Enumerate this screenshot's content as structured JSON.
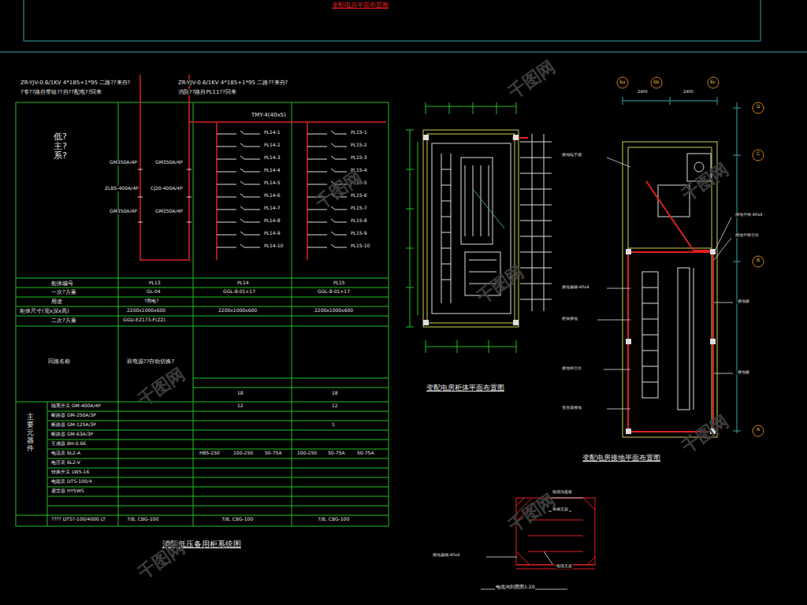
{
  "diagram": {
    "title": "变配电房平面布置图",
    "labels": [
      "ZR-YJV-0.6/1KV 4*185+1*95 二路??来自?",
      "?专??路自带链??自??配电??回来",
      "ZR-YJV-0.6/1KV 4*185+1*95 二路??来自?",
      "消防??路自PL11??回来",
      "TMY-4(40x5)",
      "低?主?系?",
      "GM350A/4P",
      "GM350A/4P",
      "ZLB5-400A/4P",
      "CJ20-400A/4P",
      "GM350A/4P",
      "GM350A/4P",
      "PL14-1",
      "PL14-2",
      "PL14-3",
      "PL14-4",
      "PL14-5",
      "PL14-6",
      "PL14-7",
      "PL14-8",
      "PL14-9",
      "PL14-10",
      "PL15-1",
      "PL15-2",
      "PL15-3",
      "PL15-4",
      "PL15-5",
      "PL15-6",
      "PL15-7",
      "PL15-8",
      "PL15-9",
      "PL15-10",
      "柜体编号",
      "一次?方案",
      "用途",
      "柜体尺寸(宽x深x高)",
      "二次?方案",
      "PL13",
      "PL14",
      "PL15",
      "GL-04",
      "GGL-8-01+17",
      "GGL-8-01+17",
      "?用电?",
      "2200x1000x600",
      "2200x1000x600",
      "2200x1000x600",
      "GGD-EZ173-F(ZZ)",
      "回路名称",
      "双电源??自动切换?",
      "18",
      "18",
      "主要元器件",
      "隔离开关 GM-400A/4P",
      "断路器 GM-250A/3P",
      "断路器 GM-125A/3P",
      "断路器 GM-63A/3P",
      "互感器 BH-0.66",
      "电流表 6L2-A",
      "电压表 6L2-V",
      "转换开关 LW5-16",
      "电能表 DTS-100/4",
      "避雷器 HY5WS",
      "???? DTS?-100/4000 LT",
      "12",
      "12",
      "1",
      "H85-250",
      "100-250",
      "50-75A",
      "100-250",
      "50-75A",
      "50-75A",
      "7/B, CBG-100",
      "7/B, CBG-100",
      "7/B, CBG-100",
      "消防低压备用柜系统图",
      "变配电房柜体平面布置图",
      "变配电房接地平面布置图",
      "电缆沟剖面图1:20",
      "6a",
      "6b",
      "6c",
      "2400",
      "2400",
      "D",
      "C",
      "B",
      "A",
      "接地端子箱",
      "接地扁钢-40x4",
      "柜体接地",
      "接地线引出",
      "变压器接地",
      "接地干线-40x4",
      "接地干线引出",
      "接地极",
      "接地极",
      "电缆沟盖板",
      "角钢支架",
      "接地扁钢-40x4",
      "电缆支架",
      "千图网",
      "千图网",
      "千图网",
      "千图网",
      "千图网",
      "千图网",
      "千图网",
      "千图网"
    ]
  }
}
